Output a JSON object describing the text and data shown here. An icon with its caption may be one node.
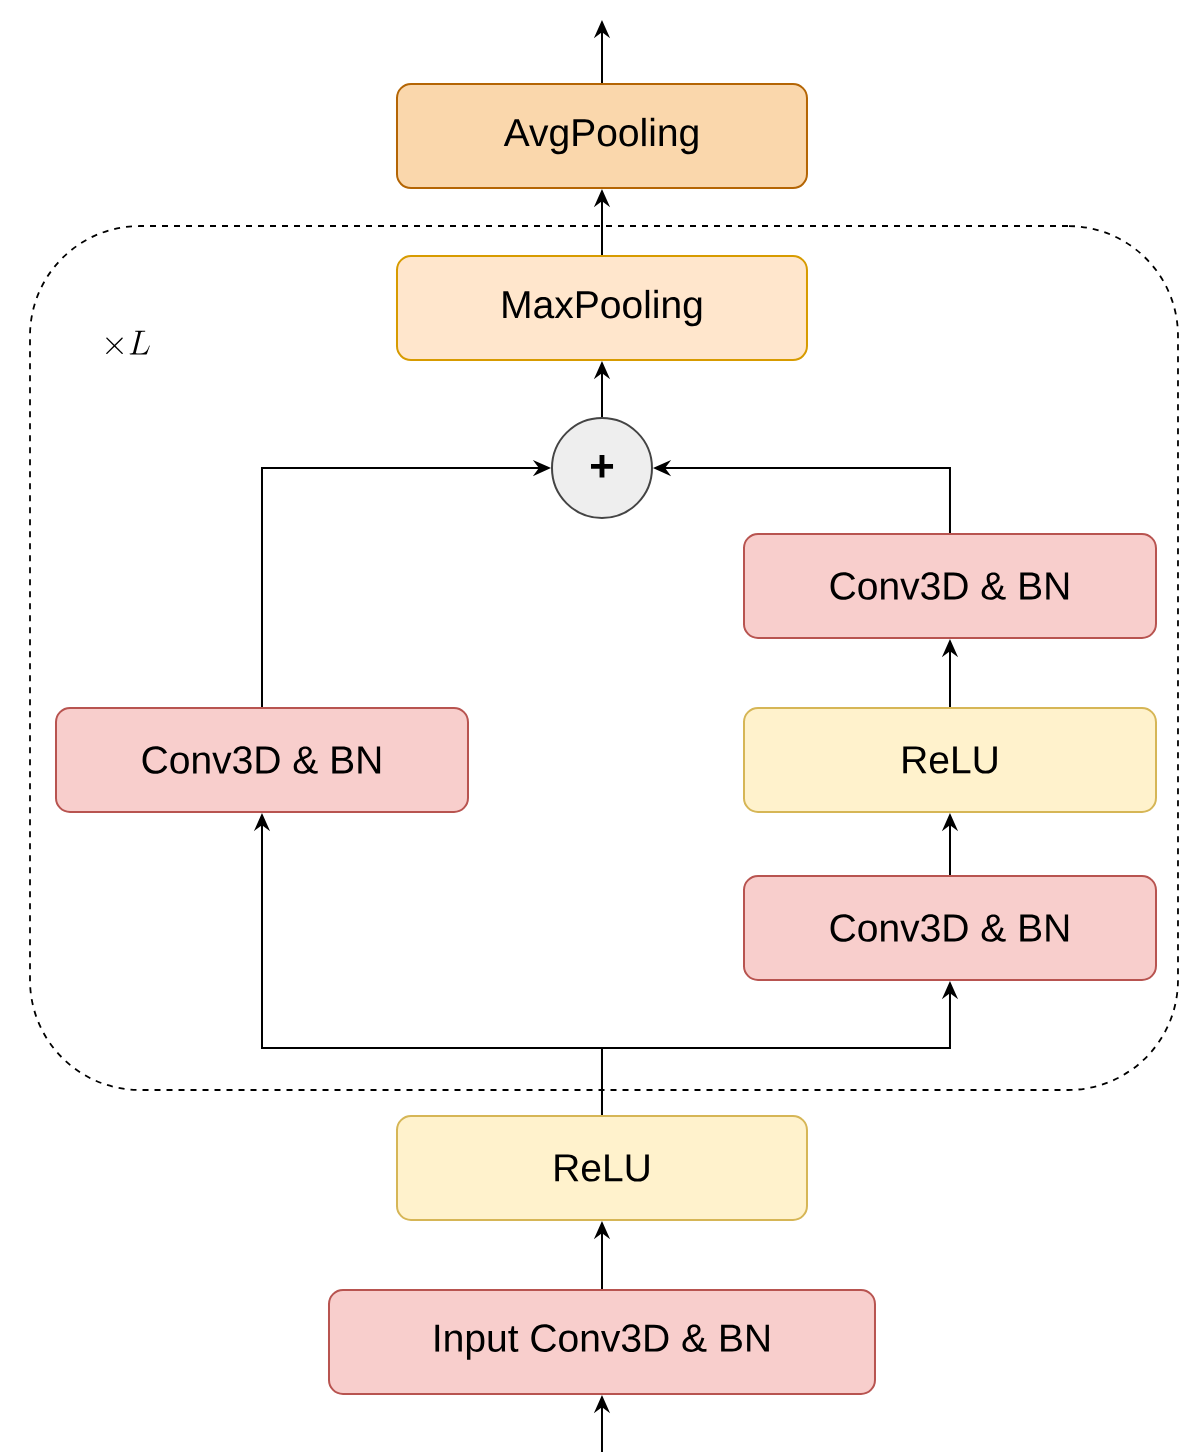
{
  "diagram": {
    "nodes": [
      {
        "text": [
          "AvgPooling"
        ]
      },
      {
        "text": [
          "\\times L"
        ]
      },
      {
        "text": [
          "MaxPooling"
        ],
        "in": 1
      },
      {
        "text": [
          "+"
        ],
        "in": 1
      },
      {
        "text": [
          "Conv3D & BN"
        ],
        "in": 1
      },
      {
        "text": [
          "Conv3D & BN"
        ],
        "in": 1
      },
      {
        "text": [
          "ReLU"
        ],
        "in": 1
      },
      {
        "text": [
          "Conv3D & BN"
        ],
        "in": 1
      },
      {
        "text": [
          "ReLU"
        ]
      },
      {
        "text": [
          "Input Conv3D & BN"
        ]
      }
    ],
    "edges": [
      {
        "from": 0,
        "to": null,
        "arrow": "to"
      },
      {
        "from": 2,
        "to": 0,
        "arrow": "to"
      },
      {
        "from": 3,
        "to": 2,
        "arrow": "to"
      },
      {
        "from": 5,
        "to": 3,
        "arrow": "to"
      },
      {
        "from": 4,
        "to": 3,
        "arrow": "to"
      },
      {
        "from": 6,
        "to": 4,
        "arrow": "to"
      },
      {
        "from": 7,
        "to": 6,
        "arrow": "to"
      },
      {
        "from": 8,
        "to": 5,
        "arrow": "to"
      },
      {
        "from": 8,
        "to": 7,
        "arrow": "to"
      },
      {
        "from": 9,
        "to": 8,
        "arrow": "to"
      },
      {
        "from": null,
        "to": 9,
        "arrow": "to"
      }
    ]
  }
}
